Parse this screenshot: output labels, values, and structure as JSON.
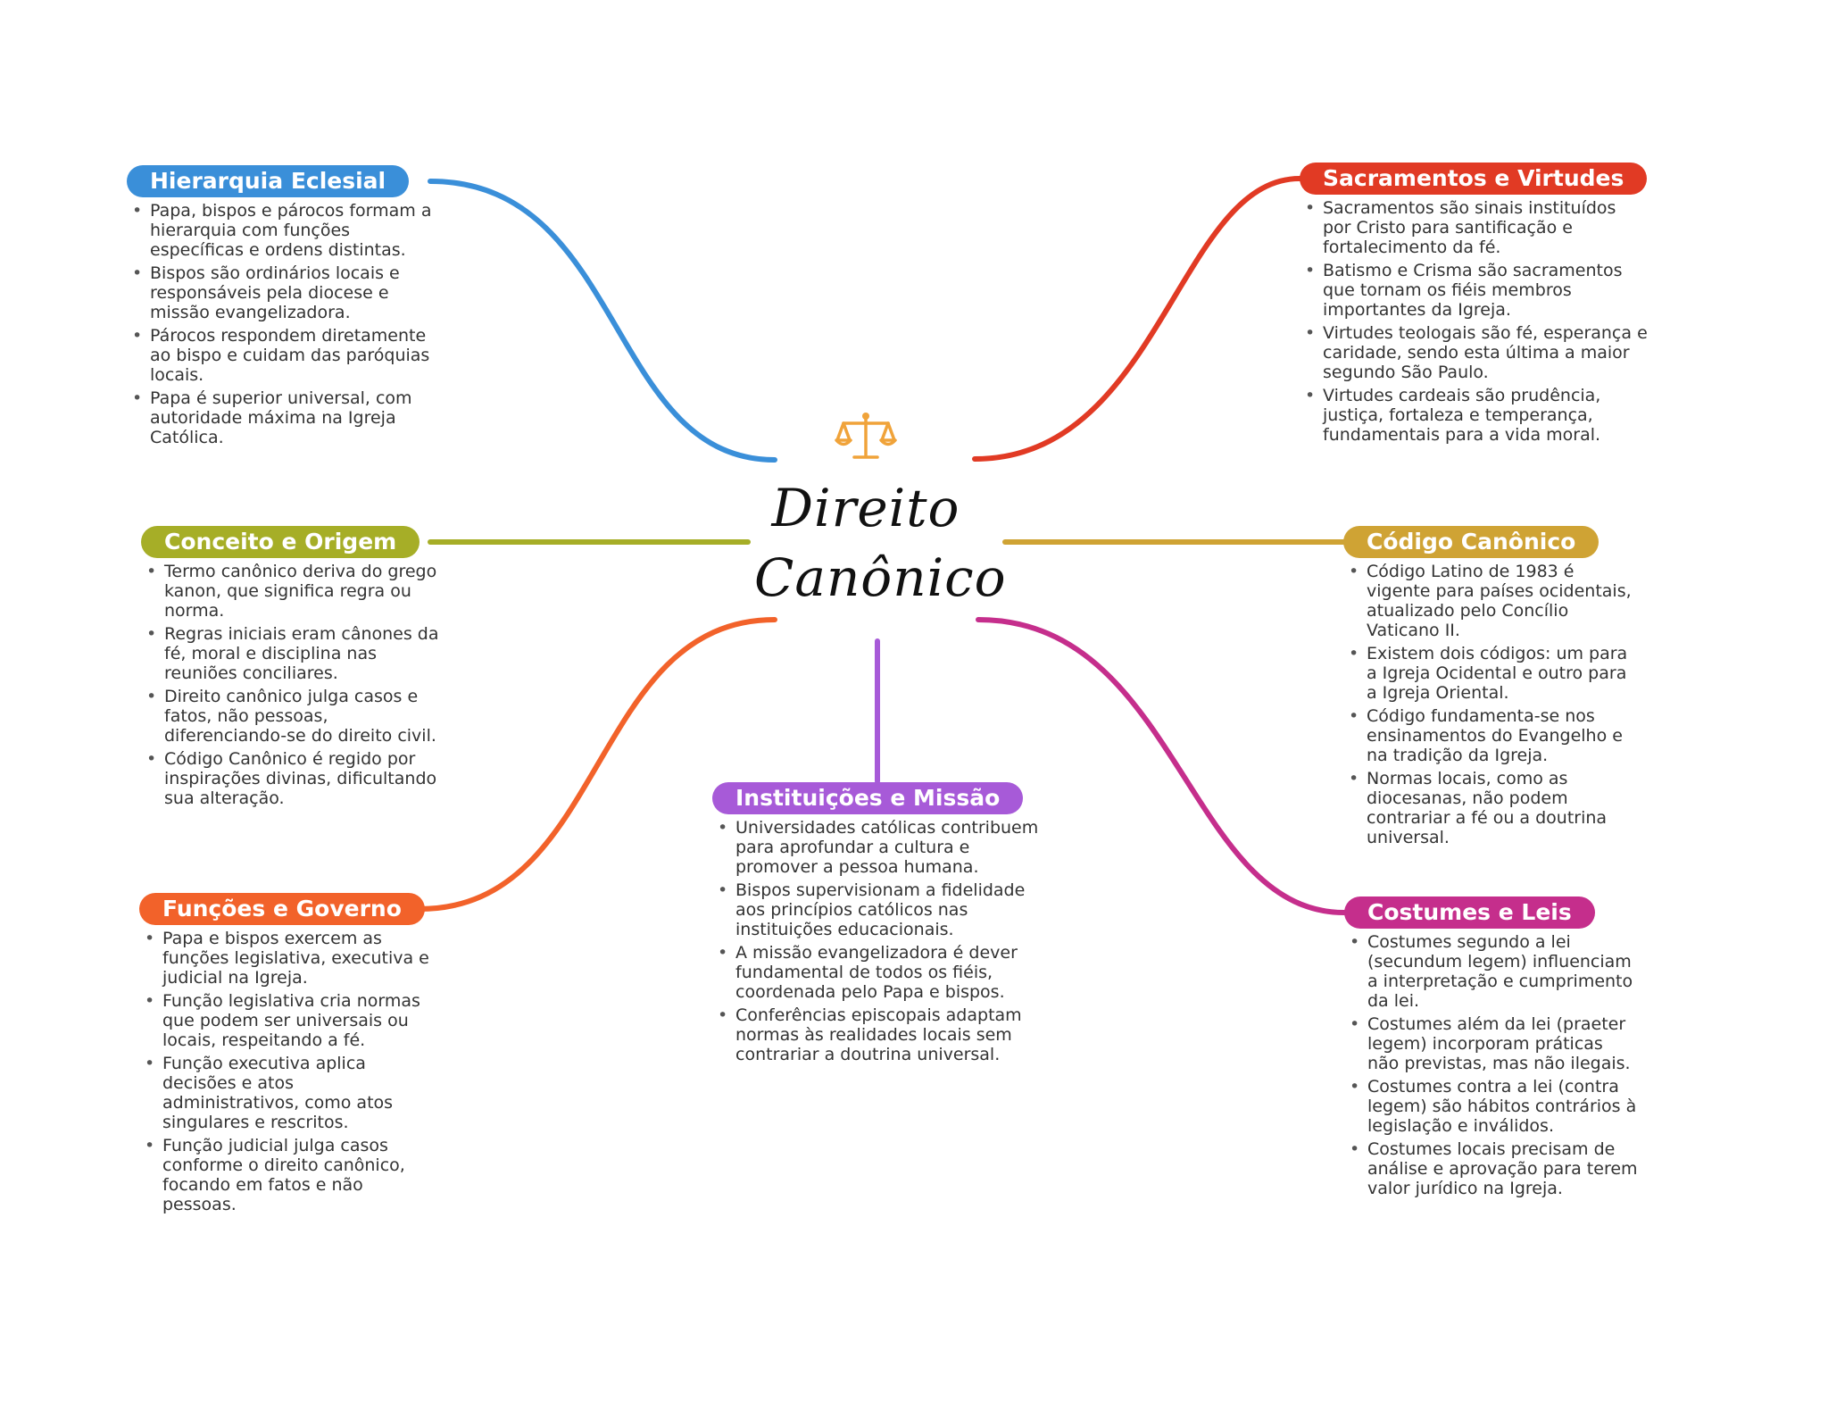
{
  "central": {
    "title": "Direito Canônico",
    "icon": "balance-scale-icon",
    "icon_color": "#F0A33A"
  },
  "topics": [
    {
      "id": "hierarquia",
      "title": "Hierarquia Eclesial",
      "color": "#3A8FD9",
      "items": [
        "Papa, bispos e párocos formam a hierarquia com funções específicas e ordens distintas.",
        "Bispos são ordinários locais e responsáveis pela diocese e missão evangelizadora.",
        "Párocos respondem diretamente ao bispo e cuidam das paróquias locais.",
        "Papa é superior universal, com autoridade máxima na Igreja Católica."
      ]
    },
    {
      "id": "conceito",
      "title": "Conceito e Origem",
      "color": "#A6AE27",
      "items": [
        "Termo canônico deriva do grego kanon, que significa regra ou norma.",
        "Regras iniciais eram cânones da fé, moral e disciplina nas reuniões conciliares.",
        "Direito canônico julga casos e fatos, não pessoas, diferenciando-se do direito civil.",
        "Código Canônico é regido por inspirações divinas, dificultando sua alteração."
      ]
    },
    {
      "id": "funcoes",
      "title": "Funções e Governo",
      "color": "#F2622A",
      "items": [
        "Papa e bispos exercem as funções legislativa, executiva e judicial na Igreja.",
        "Função legislativa cria normas que podem ser universais ou locais, respeitando a fé.",
        "Função executiva aplica decisões e atos administrativos, como atos singulares e rescritos.",
        "Função judicial julga casos conforme o direito canônico, focando em fatos e não pessoas."
      ]
    },
    {
      "id": "instituicoes",
      "title": "Instituições e Missão",
      "color": "#A75AD8",
      "items": [
        "Universidades católicas contribuem para aprofundar a cultura e promover a pessoa humana.",
        "Bispos supervisionam a fidelidade aos princípios católicos nas instituições educacionais.",
        "A missão evangelizadora é dever fundamental de todos os fiéis, coordenada pelo Papa e bispos.",
        "Conferências episcopais adaptam normas às realidades locais sem contrariar a doutrina universal."
      ]
    },
    {
      "id": "sacramentos",
      "title": "Sacramentos e Virtudes",
      "color": "#E13A24",
      "items": [
        "Sacramentos são sinais instituídos por Cristo para santificação e fortalecimento da fé.",
        "Batismo e Crisma são sacramentos que tornam os fiéis membros importantes da Igreja.",
        "Virtudes teologais são fé, esperança e caridade, sendo esta última a maior segundo São Paulo.",
        "Virtudes cardeais são prudência, justiça, fortaleza e temperança, fundamentais para a vida moral."
      ]
    },
    {
      "id": "codigo",
      "title": "Código Canônico",
      "color": "#CFA334",
      "items": [
        "Código Latino de 1983 é vigente para países ocidentais, atualizado pelo Concílio Vaticano II.",
        "Existem dois códigos: um para a Igreja Ocidental e outro para a Igreja Oriental.",
        "Código fundamenta-se nos ensinamentos do Evangelho e na tradição da Igreja.",
        "Normas locais, como as diocesanas, não podem contrariar a fé ou a doutrina universal."
      ]
    },
    {
      "id": "costumes",
      "title": "Costumes e Leis",
      "color": "#C52E8C",
      "items": [
        "Costumes segundo a lei (secundum legem) influenciam a interpretação e cumprimento da lei.",
        "Costumes além da lei (praeter legem) incorporam práticas não previstas, mas não ilegais.",
        "Costumes contra a lei (contra legem) são hábitos contrários à legislação e inválidos.",
        "Costumes locais precisam de análise e aprovação para terem valor jurídico na Igreja."
      ]
    }
  ]
}
